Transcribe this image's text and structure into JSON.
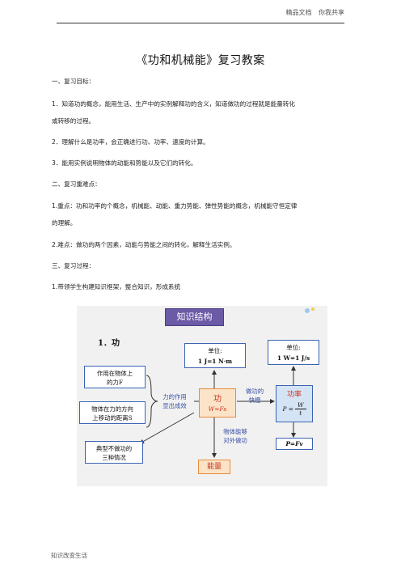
{
  "header": {
    "right": "精品文档  你我共享"
  },
  "title": "《功和机械能》复习教案",
  "lines": [
    "一、复习目标：",
    "1．知道功的概念，能用生活、生产中的实例解释功的含义，知道做功的过程就是能量转化",
    "或转移的过程。",
    "2．理解什么是功率，会正确进行功、功率、速度的计算。",
    "3．能用实例说明物体的动能和势能以及它们的转化。",
    "二、复习重难点：",
    "1.重点：功和功率的个概念，机械能、动能、重力势能、弹性势能的概念，机械能守恒定律",
    "的理解。",
    "2.难点：做功的两个因素，动能与势能之间的转化，解释生活实例。",
    "三、复习过程：",
    "1.带领学生构建知识框架，整合知识，形成系统"
  ],
  "figure": {
    "banner": "知识结构",
    "section_label": "1．功",
    "unit_work_title": "单位:",
    "unit_work_value": "1 J=1 N·m",
    "unit_power_title": "单位:",
    "unit_power_value": "1 W=1 J/s",
    "force_box_1": "作用在物体上",
    "force_box_2": "的力F",
    "distance_box_1": "物体在力的方向",
    "distance_box_2": "上移动的距离S",
    "force_effect_1": "力的作用",
    "force_effect_2": "显出成效",
    "work_label": "功",
    "work_formula": "W=Fs",
    "speed_label_1": "做功的",
    "speed_label_2": "快慢",
    "power_label": "功率",
    "power_formula_lhs": "P =",
    "power_formula_num": "W",
    "power_formula_den": "t",
    "power_fv": "P=Fv",
    "no_work_1": "典型不做功的",
    "no_work_2": "三种情况",
    "can_do_work_1": "物体能够",
    "can_do_work_2": "对外做功",
    "energy_label": "能量"
  },
  "footer": {
    "left": "知识改变生活"
  },
  "colors": {
    "banner": "#6b5aa6",
    "box_border": "#3a63b5",
    "orange_box": "#fbe3c7",
    "accent_red": "#c7321e"
  }
}
